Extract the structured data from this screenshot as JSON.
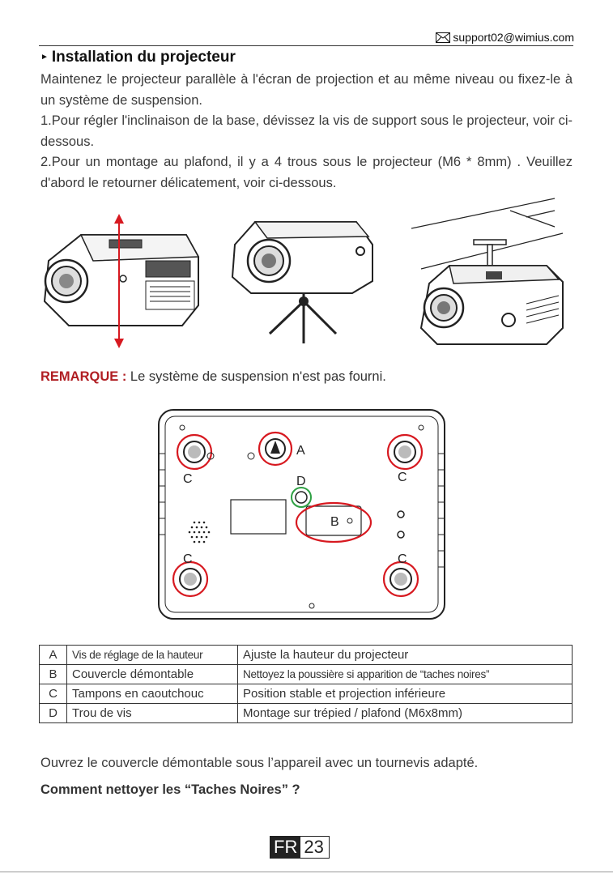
{
  "header": {
    "email": "support02@wimius.com"
  },
  "title": "Installation du projecteur",
  "paragraphs": [
    "Maintenez le projecteur parallèle à l'écran de projection et au même niveau ou fixez-le à un système de suspension.",
    "1.Pour régler l'inclinaison de la base, dévissez la vis de support sous le projecteur, voir ci-dessous.",
    "2.Pour un montage au plafond, il y a 4 trous sous le projecteur (M6 * 8mm) . Veuillez d'abord le retourner délicatement, voir ci-dessous."
  ],
  "note": {
    "label": "REMARQUE :",
    "text": " Le système de suspension n'est pas fourni."
  },
  "diagram_labels": {
    "a": "A",
    "b": "B",
    "c": "C",
    "d": "D"
  },
  "legend": [
    {
      "key": "A",
      "name": "Vis de réglage de la hauteur",
      "desc": "Ajuste la hauteur du projecteur"
    },
    {
      "key": "B",
      "name": "Couvercle démontable",
      "desc": "Nettoyez la poussière si apparition de “taches noires”"
    },
    {
      "key": "C",
      "name": "Tampons en caoutchouc",
      "desc": "Position stable et projection inférieure"
    },
    {
      "key": "D",
      "name": "Trou de vis",
      "desc": "Montage sur trépied / plafond (M6x8mm)"
    }
  ],
  "bottom_text": "Ouvrez le couvercle démontable sous l’appareil avec un tournevis adapté.",
  "bottom_question": "Comment nettoyer les “Taches Noires” ?",
  "page": {
    "lang": "FR",
    "number": "23"
  },
  "colors": {
    "red": "#d71920",
    "green": "#2ea043",
    "dark": "#222222"
  }
}
